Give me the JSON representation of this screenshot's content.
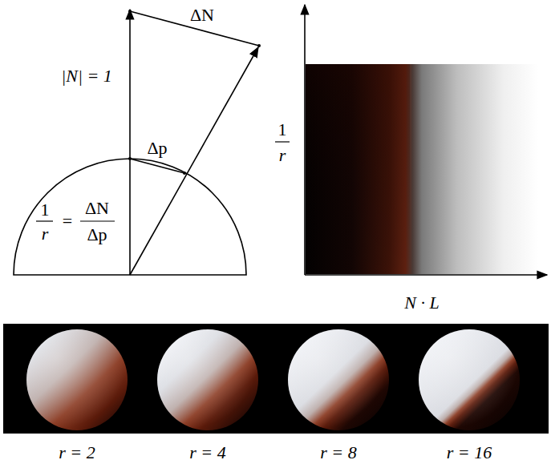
{
  "diagram": {
    "labels": [
      "|N| = 1",
      "ΔN",
      "Δp",
      "1",
      "r",
      "=",
      "ΔN",
      "Δp",
      "1",
      "r",
      "N · L",
      "r = 2",
      "r = 4",
      "r = 8",
      "r = 16"
    ]
  }
}
